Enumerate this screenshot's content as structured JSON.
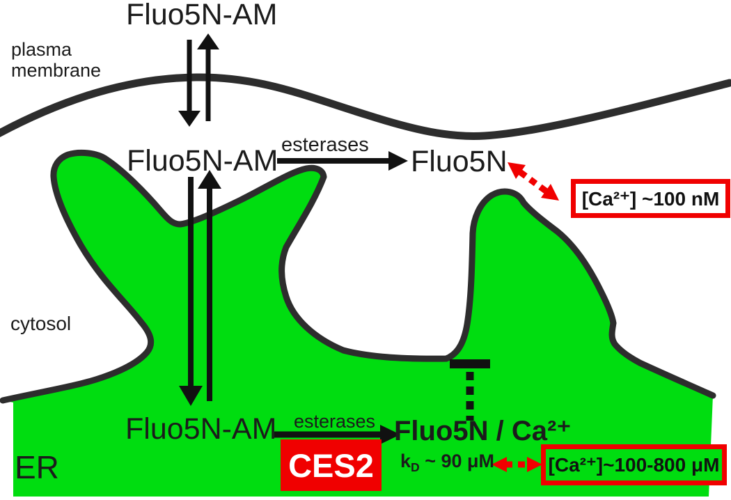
{
  "colors": {
    "er_green": "#00dd10",
    "membrane_dark": "#2d2d2d",
    "accent_red": "#f00000",
    "text_dark": "#1b1b1b"
  },
  "extracellular": {
    "dye_label": "Fluo5N-AM",
    "membrane_label_line1": "plasma",
    "membrane_label_line2": "membrane"
  },
  "cytosol": {
    "region_label": "cytosol",
    "dye_label": "Fluo5N-AM",
    "enzyme_label": "esterases",
    "product_label": "Fluo5N",
    "ca_concentration": "[Ca²⁺] ~100 nM"
  },
  "er": {
    "region_label": "ER",
    "dye_label": "Fluo5N-AM",
    "enzyme_label": "esterases",
    "enzyme_name": "CES2",
    "product_label": "Fluo5N / Ca²⁺",
    "kd_k": "k",
    "kd_sub": "D",
    "kd_rest": " ~ 90 μM",
    "ca_concentration": "[Ca²⁺]~100-800 μM"
  }
}
